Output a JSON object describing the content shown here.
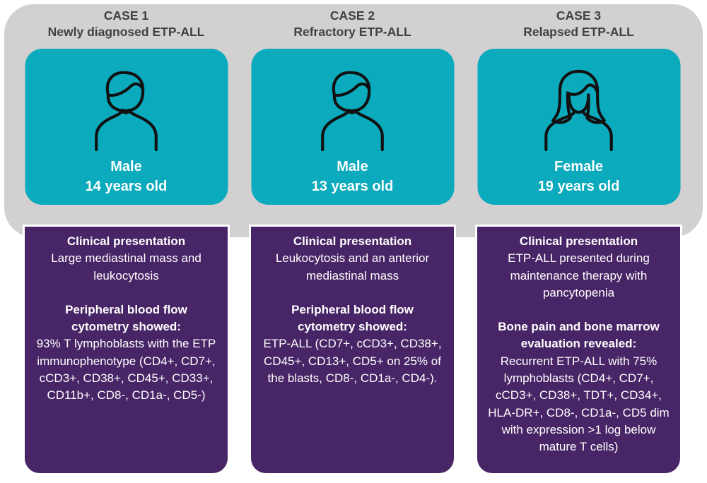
{
  "colors": {
    "teal_card": "#0baabc",
    "purple_card": "#482566",
    "panel_gray": "#d2d0d1",
    "header_text": "#414042",
    "card_text": "#ffffff",
    "avatar_stroke": "#111111"
  },
  "cases": [
    {
      "title": "CASE 1",
      "subtitle": "Newly diagnosed ETP-ALL",
      "avatar_icon": "male-avatar-icon",
      "sex": "Male",
      "age": "14 years old",
      "sections": [
        {
          "heading": "Clinical presentation",
          "body": "Large mediastinal mass and leukocytosis"
        },
        {
          "heading": "Peripheral blood flow cytometry showed:",
          "body": "93% T lymphoblasts with the ETP immunophenotype (CD4+, CD7+, cCD3+, CD38+, CD45+, CD33+, CD11b+, CD8-, CD1a-, CD5-)"
        }
      ]
    },
    {
      "title": "CASE 2",
      "subtitle": "Refractory ETP-ALL",
      "avatar_icon": "male-avatar-icon",
      "sex": "Male",
      "age": "13 years old",
      "sections": [
        {
          "heading": "Clinical presentation",
          "body": "Leukocytosis and an anterior mediastinal mass"
        },
        {
          "heading": "Peripheral blood flow cytometry showed:",
          "body": "ETP-ALL (CD7+, cCD3+, CD38+, CD45+, CD13+, CD5+ on 25% of the blasts, CD8-, CD1a-, CD4-)."
        }
      ]
    },
    {
      "title": "CASE 3",
      "subtitle": "Relapsed ETP-ALL",
      "avatar_icon": "female-avatar-icon",
      "sex": "Female",
      "age": "19 years old",
      "sections": [
        {
          "heading": "Clinical presentation",
          "body": "ETP-ALL presented during maintenance therapy with pancytopenia"
        },
        {
          "heading": "Bone pain and bone marrow evaluation revealed:",
          "body": "Recurrent ETP-ALL with 75% lymphoblasts (CD4+, CD7+, cCD3+, CD38+, TDT+, CD34+, HLA-DR+, CD8-, CD1a-, CD5 dim with expression >1 log below mature T cells)"
        }
      ]
    }
  ]
}
